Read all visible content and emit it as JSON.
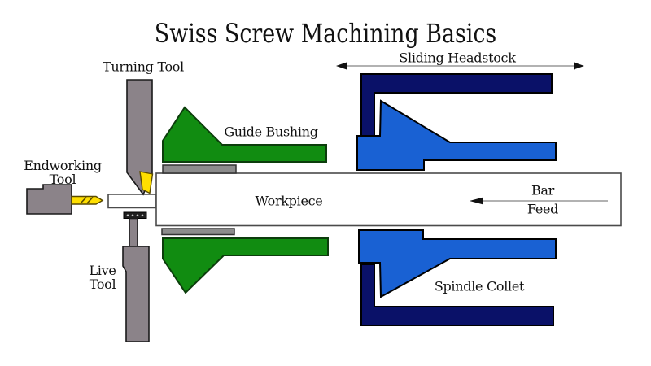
{
  "title": "Swiss Screw Machining Basics",
  "labels": {
    "turning_tool": "Turning Tool",
    "endworking_tool_line1": "Endworking",
    "endworking_tool_line2": "Tool",
    "live_tool_line1": "Live",
    "live_tool_line2": "Tool",
    "guide_bushing": "Guide Bushing",
    "workpiece": "Workpiece",
    "sliding_headstock": "Sliding Headstock",
    "bar_feed_line1": "Bar",
    "bar_feed_line2": "Feed",
    "spindle_collet": "Spindle Collet"
  },
  "colors": {
    "green": "#118c11",
    "blue": "#1961d3",
    "navy": "#0a1168",
    "tool_gray": "#8b8389",
    "bar_gray": "#8c8c8c",
    "insert_yellow": "#ffdf00",
    "workpiece_white": "#ffffff",
    "outline": "#1a1a1a"
  }
}
